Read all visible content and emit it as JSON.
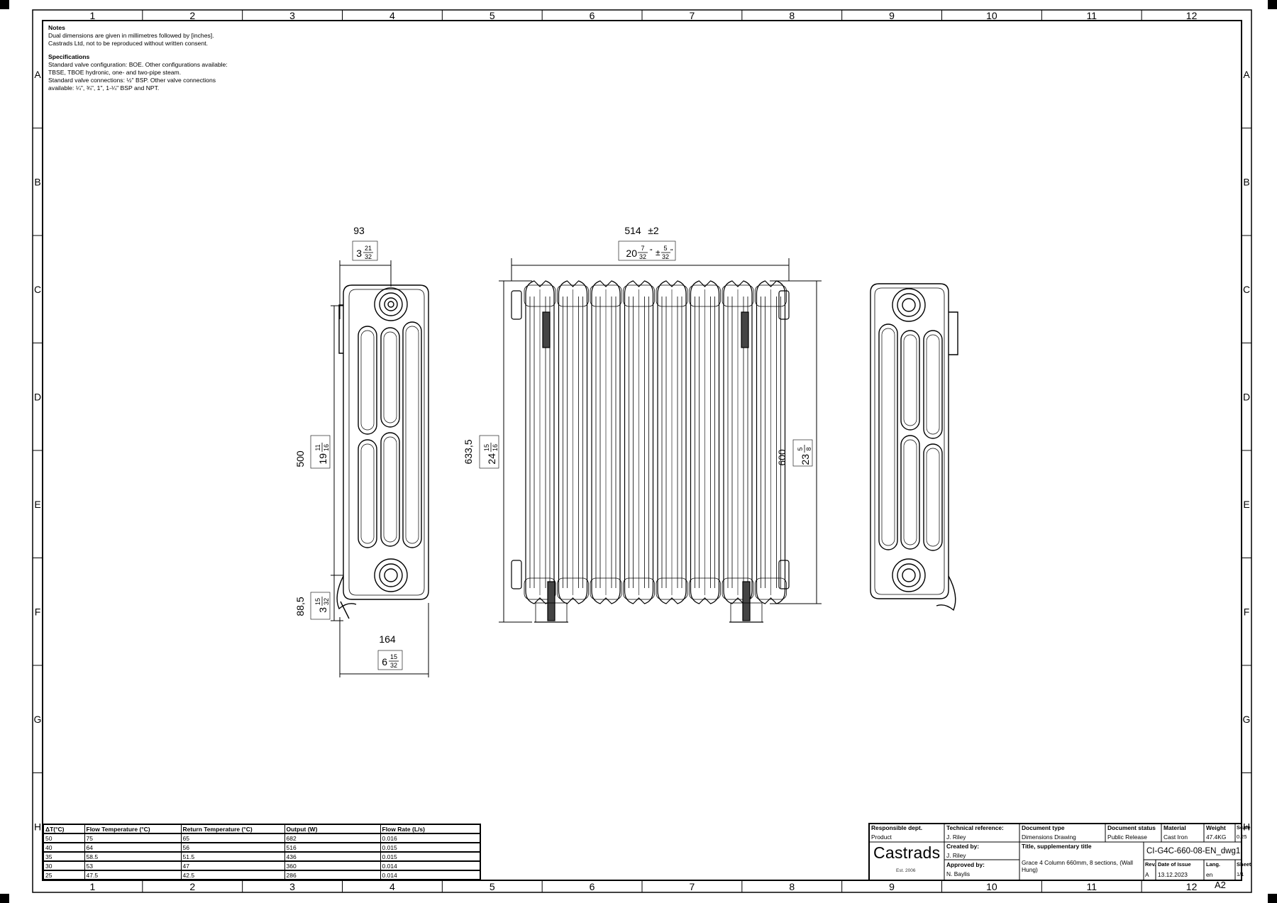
{
  "grid": {
    "columns": [
      "1",
      "2",
      "3",
      "4",
      "5",
      "6",
      "7",
      "8",
      "9",
      "10",
      "11",
      "12"
    ],
    "rows": [
      "A",
      "B",
      "C",
      "D",
      "E",
      "F",
      "G",
      "H"
    ]
  },
  "notes": {
    "heading": "Notes",
    "lines": [
      "Dual dimensions are given in millimetres followed by [inches].",
      "Castrads Ltd, not to be reproduced without written consent."
    ],
    "spec_heading": "Specifications",
    "spec_lines": [
      "Standard valve configuration: BOE. Other configurations available:",
      "TBSE, TBOE hydronic, one- and two-pipe steam.",
      "Standard valve connections: ½\" BSP. Other valve connections",
      "available: ¼\", ¾\", 1\", 1-¼\" BSP and NPT."
    ]
  },
  "dimensions": {
    "depth_top": {
      "mm": "93",
      "in_whole": "3",
      "in_num": "21",
      "in_den": "32"
    },
    "depth_bottom": {
      "mm": "164",
      "in_whole": "6",
      "in_num": "15",
      "in_den": "32"
    },
    "centres": {
      "mm": "500",
      "in_whole": "19",
      "in_num": "11",
      "in_den": "16"
    },
    "floor": {
      "mm": "88,5",
      "in_whole": "3",
      "in_num": "15",
      "in_den": "32"
    },
    "length": {
      "mm": "514",
      "tol": "±2",
      "in_whole": "20",
      "in_num": "7",
      "in_den": "32",
      "tol_num": "5",
      "tol_den": "32"
    },
    "overall_height": {
      "mm": "633,5",
      "in_whole": "24",
      "in_num": "15",
      "in_den": "16"
    },
    "section_height": {
      "mm": "600",
      "in_whole": "23",
      "in_num": "5",
      "in_den": "8"
    }
  },
  "performance_table": {
    "headers": [
      "ΔT(°C)",
      "Flow Temperature (°C)",
      "Return Temperature (°C)",
      "Output (W)",
      "Flow Rate (L/s)"
    ],
    "rows": [
      [
        "50",
        "75",
        "65",
        "682",
        "0.016"
      ],
      [
        "40",
        "64",
        "56",
        "516",
        "0.015"
      ],
      [
        "35",
        "58.5",
        "51.5",
        "436",
        "0.015"
      ],
      [
        "30",
        "53",
        "47",
        "360",
        "0.014"
      ],
      [
        "25",
        "47.5",
        "42.5",
        "286",
        "0.014"
      ]
    ]
  },
  "title_block": {
    "responsible_dept_label": "Responsible dept.",
    "responsible_dept": "Product",
    "technical_reference_label": "Technical reference:",
    "technical_reference": "J. Riley",
    "document_type_label": "Document type",
    "document_type": "Dimensions Drawing",
    "document_status_label": "Document status",
    "document_status": "Public Release",
    "material_label": "Material",
    "material": "Cast Iron",
    "weight_label": "Weight",
    "weight": "47.4KG",
    "scale_label": "Scale",
    "scale": "0.25",
    "created_by_label": "Created by:",
    "created_by": "J. Riley",
    "approved_by_label": "Approved by:",
    "approved_by": "N. Baylis",
    "title_label": "Title, supplementary title",
    "title": "Grace 4 Column 660mm, 8 sections, (Wall Hung)",
    "drawing_number": "CI-G4C-660-08-EN_dwg1",
    "rev_label": "Rev.",
    "rev": "A",
    "date_label": "Date of Issue",
    "date": "13.12.2023",
    "lang_label": "Lang.",
    "lang": "en",
    "sheet_label": "Sheet",
    "sheet": "1/1",
    "logo": "Castrads",
    "established": "Est. 2006",
    "paper_size": "A2"
  },
  "colors": {
    "line": "#000000",
    "hatch": "#555555",
    "background": "#ffffff"
  }
}
